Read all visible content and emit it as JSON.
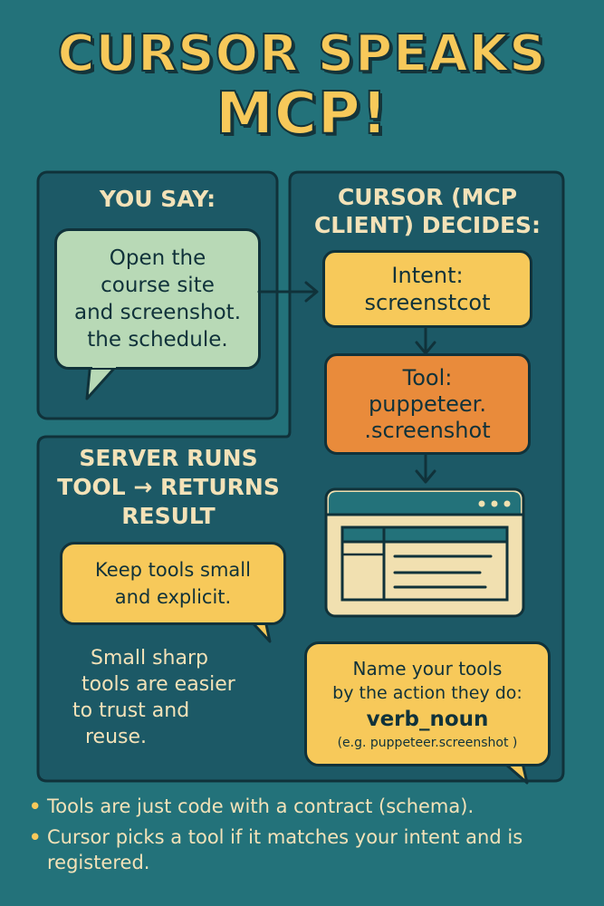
{
  "title": {
    "line1": "CURSOR SPEAKS",
    "line2": "MCP!"
  },
  "you_say": {
    "heading": "YOU SAY:",
    "bubble_lines": [
      "Open the",
      "course site",
      "and screenshot.",
      "the schedule."
    ]
  },
  "cursor_decides": {
    "heading_line1": "CURSOR (MCP",
    "heading_line2": "CLIENT) DECIDES:",
    "intent_label": "Intent:",
    "intent_value": "screenstcot",
    "tool_label": "Tool:",
    "tool_value_line1": "puppeteer.",
    "tool_value_line2": ".screenshot"
  },
  "server": {
    "heading_line1": "SERVER RUNS",
    "heading_line2": "TOOL → RETURNS",
    "heading_line3": "RESULT",
    "bubble_lines": [
      "Keep tools small",
      "and explicit."
    ],
    "note_lines": [
      "Small sharp",
      "tools are easier",
      "to trust and",
      "reuse."
    ]
  },
  "naming_tip": {
    "line1": "Name your tools",
    "line2": "by the action they do:",
    "line3": "verb_noun",
    "line4": "(e.g. puppeteer.screenshot )"
  },
  "bullets": [
    "Tools are just code with a contract (schema).",
    "Cursor picks a tool if it matches your intent and is registered."
  ],
  "colors": {
    "background": "#23727a",
    "panel": "#1c5966",
    "outline": "#10323a",
    "title_yellow": "#f7c95a",
    "cream_text": "#f3e2b8",
    "mint_bubble": "#b8d9b6",
    "yellow_box": "#f7c95a",
    "orange_box": "#e98b3b",
    "window_cream": "#f1e0b0",
    "window_bar": "#23727a"
  }
}
